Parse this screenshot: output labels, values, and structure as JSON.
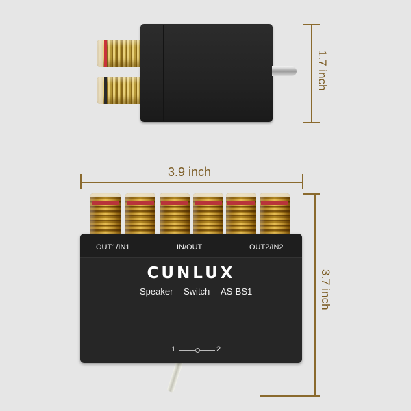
{
  "dimensions": {
    "top_height": "1.7 inch",
    "front_width": "3.9 inch",
    "front_height": "3.7 inch"
  },
  "product": {
    "brand": "CUNLUX",
    "port_labels": [
      "OUT1/IN1",
      "IN/OUT",
      "OUT2/IN2"
    ],
    "subtitle": [
      "Speaker",
      "Switch",
      "AS-BS1"
    ],
    "switch_positions": [
      "1",
      "2"
    ]
  },
  "colors": {
    "background": "#e6e6e6",
    "dimension_line": "#8a6a2e",
    "body": "#262626",
    "post_band_red": "#b8343a"
  }
}
